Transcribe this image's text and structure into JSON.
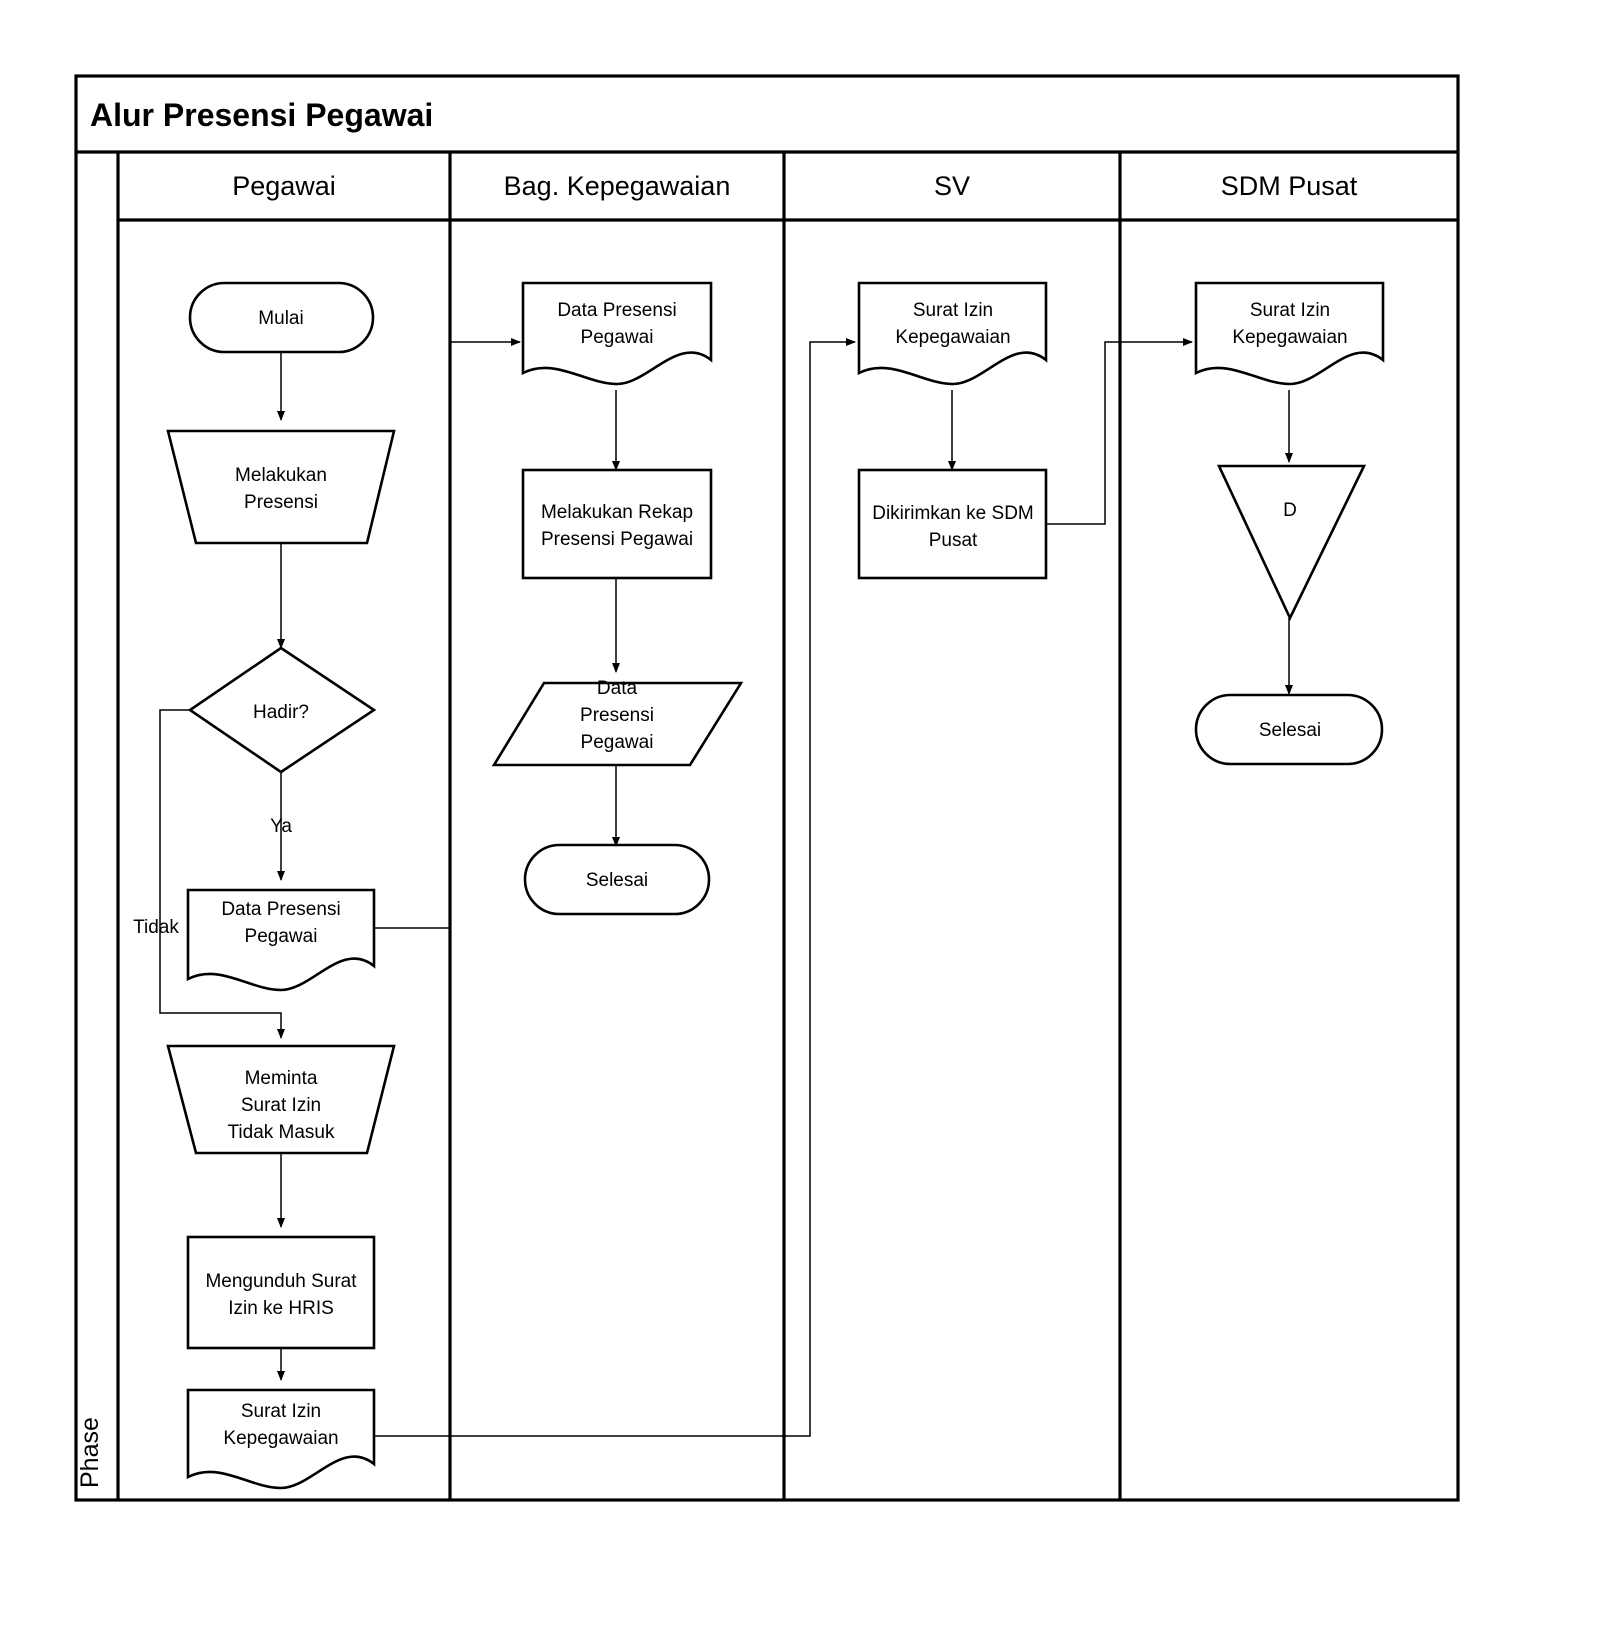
{
  "diagram": {
    "title": "Alur Presensi Pegawai",
    "phase_label": "Phase",
    "type": "cross-functional-flowchart",
    "lanes": [
      {
        "id": "pegawai",
        "title": "Pegawai"
      },
      {
        "id": "bag_kepegawaian",
        "title": "Bag. Kepegawaian"
      },
      {
        "id": "sv",
        "title": "SV"
      },
      {
        "id": "sdm_pusat",
        "title": "SDM Pusat"
      }
    ],
    "nodes": {
      "mulai": {
        "label": "Mulai",
        "shape": "terminator",
        "lane": "pegawai"
      },
      "melakukan_presensi": {
        "label": "Melakukan\nPresensi",
        "shape": "trapezoid",
        "lane": "pegawai"
      },
      "hadir": {
        "label": "Hadir?",
        "shape": "decision",
        "lane": "pegawai"
      },
      "data_presensi_peg": {
        "label": "Data Presensi\nPegawai",
        "shape": "document",
        "lane": "pegawai"
      },
      "meminta_surat": {
        "label": "Meminta\nSurat Izin\nTidak Masuk",
        "shape": "trapezoid",
        "lane": "pegawai"
      },
      "mengunduh_surat": {
        "label": "Mengunduh Surat\nIzin ke HRIS",
        "shape": "process",
        "lane": "pegawai"
      },
      "surat_izin_peg": {
        "label": "Surat Izin\nKepegawaian",
        "shape": "document",
        "lane": "pegawai"
      },
      "data_presensi_bk": {
        "label": "Data Presensi\nPegawai",
        "shape": "document",
        "lane": "bag_kepegawaian"
      },
      "melakukan_rekap": {
        "label": "Melakukan Rekap\nPresensi Pegawai",
        "shape": "process",
        "lane": "bag_kepegawaian"
      },
      "data_presensi_out": {
        "label": "Data\nPresensi\nPegawai",
        "shape": "parallelogram",
        "lane": "bag_kepegawaian"
      },
      "selesai_bk": {
        "label": "Selesai",
        "shape": "terminator",
        "lane": "bag_kepegawaian"
      },
      "surat_izin_sv": {
        "label": "Surat Izin\nKepegawaian",
        "shape": "document",
        "lane": "sv"
      },
      "dikirimkan_sdm": {
        "label": "Dikirimkan ke SDM\nPusat",
        "shape": "process",
        "lane": "sv"
      },
      "surat_izin_sdm": {
        "label": "Surat Izin\nKepegawaian",
        "shape": "document",
        "lane": "sdm_pusat"
      },
      "d_triangle": {
        "label": "D",
        "shape": "triangle-down",
        "lane": "sdm_pusat"
      },
      "selesai_sdm": {
        "label": "Selesai",
        "shape": "terminator",
        "lane": "sdm_pusat"
      }
    },
    "edge_labels": {
      "ya": "Ya",
      "tidak": "Tidak"
    },
    "colors": {
      "stroke": "#000000",
      "fill": "#ffffff",
      "background": "#ffffff"
    }
  }
}
